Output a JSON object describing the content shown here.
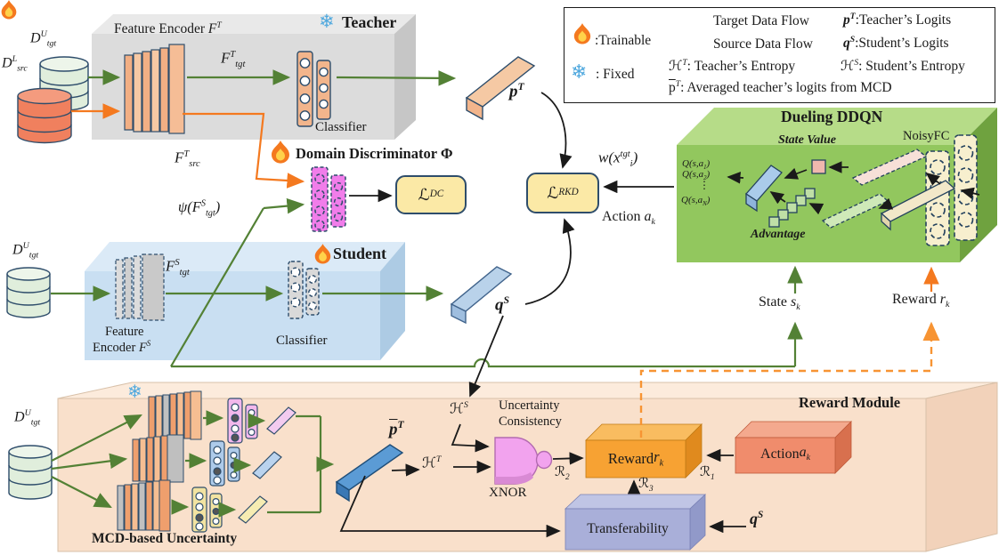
{
  "icons": {
    "snowflake": "❄"
  },
  "colors": {
    "target_flow": "#538135",
    "source_flow": "#F4791F",
    "reward_flow": "#F79433",
    "teacher_box": "#DCDCDC",
    "student_box": "#C9DFF2",
    "ddqn_box": "#92C75E",
    "reward_module_box": "#F9E0CB",
    "loss_box": "#FBE9A6",
    "reward_box": "#F7A233",
    "action_box": "#F08C6C",
    "transfer_box": "#A9AFD9",
    "xnor_gate": "#F2A3EE"
  },
  "legend": {
    "trainable": ":Trainable",
    "fixed": ": Fixed",
    "target": "Target Data Flow",
    "source": "Source Data Flow",
    "teacher_entropy": "ℋ^{T}: Teacher’s Entropy",
    "student_entropy": "ℋ^{S}: Student’s Entropy",
    "teacher_logits_sym": "p^{T}",
    "teacher_logits_text": ":Teacher’s Logits",
    "student_logits_sym": "q^{S}",
    "student_logits_text": ":Student’s Logits",
    "avg_logits": "¯{p}^{T}: Averaged teacher’s logits from MCD"
  },
  "teacher": {
    "title": "Teacher",
    "encoder_label": "Feature Encoder ",
    "encoder_math": "F^{T}",
    "classifier": "Classifier",
    "f_tgt": "F^{T}_{tgt}",
    "f_src": "F^{T}_{src}",
    "db_tgt": "D^{U}_{tgt}",
    "db_src": "D^{L}_{src}",
    "logits": "p^{T}"
  },
  "discriminator": {
    "title": "Domain Discriminator Φ",
    "loss": "ℒ_{DC}",
    "psi": "ψ(F^{S}_{tgt})"
  },
  "student": {
    "title": "Student",
    "db": "D^{U}_{tgt}",
    "encoder_line1": "Feature",
    "encoder_line2_label": "Encoder ",
    "encoder_line2_math": "F^{S}",
    "f_tgt": "F^{S}_{tgt}",
    "classifier": "Classifier",
    "logits": "q^{S}"
  },
  "rkd": {
    "loss": "ℒ_{RKD}",
    "weight": "w(x^{tgt}_{i})",
    "action_label": "Action ",
    "action_math": "a_{k}"
  },
  "ddqn": {
    "title": "Dueling DDQN",
    "noisyfc": "NoisyFC",
    "state_value": "State Value",
    "advantage": "Advantage",
    "q": [
      "Q(s,a_{1})",
      "Q(s,a_{2})",
      "⋮",
      "Q(s,a_{N})"
    ],
    "state_label": "State ",
    "state_math": "s_{k}",
    "reward_label": "Reward ",
    "reward_math": "r_{k}"
  },
  "reward_module": {
    "title": "Reward Module",
    "db": "D^{U}_{tgt}",
    "mcd_label": "MCD-based Uncertainty",
    "avg_logits": "¯{p}^{T}",
    "h_s": "ℋ^{S}",
    "h_t": "ℋ^{T}",
    "unc1": "Uncertainty",
    "unc2": "Consistency",
    "xnor": "XNOR",
    "r1": "ℛ_{1}",
    "r2": "ℛ_{2}",
    "r3": "ℛ_{3}",
    "reward_label": "Reward ",
    "reward_math": "r_{k}",
    "action_label": "Action ",
    "action_math": "a_{k}",
    "transfer": "Transferability",
    "qs": "q^{S}"
  }
}
